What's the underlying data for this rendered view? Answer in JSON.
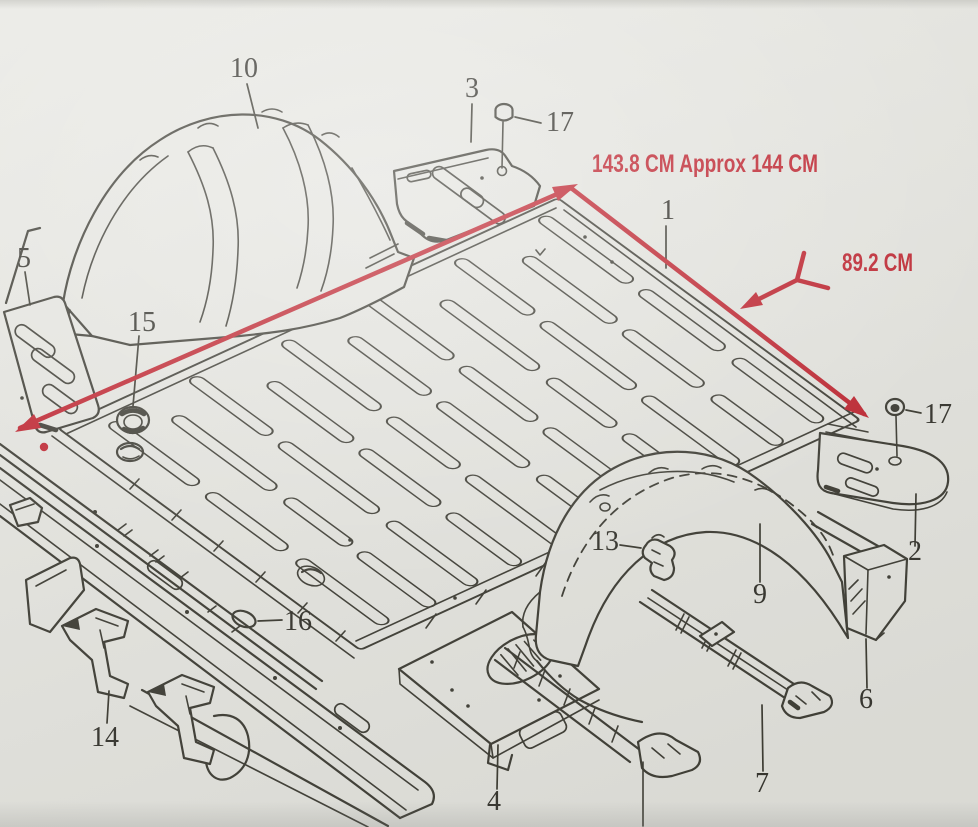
{
  "diagram": {
    "background_color": "#e8e8e3",
    "line_color": "#3c3b33",
    "annotation_color": "#c22430",
    "annotations": {
      "length_label": "143.8 CM Approx 144 CM",
      "width_label": "89.2 CM"
    },
    "callouts": [
      {
        "number": "10"
      },
      {
        "number": "3"
      },
      {
        "number": "17"
      },
      {
        "number": "5"
      },
      {
        "number": "15"
      },
      {
        "number": "1"
      },
      {
        "number": "17"
      },
      {
        "number": "2"
      },
      {
        "number": "13"
      },
      {
        "number": "9"
      },
      {
        "number": "16"
      },
      {
        "number": "14"
      },
      {
        "number": "6"
      },
      {
        "number": "4"
      },
      {
        "number": "7"
      }
    ]
  }
}
